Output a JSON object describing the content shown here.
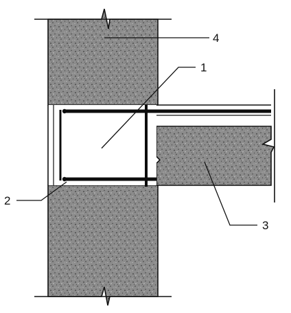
{
  "callouts": {
    "c1": "1",
    "c2": "2",
    "c3": "3",
    "c4": "4"
  },
  "colors": {
    "concrete": "#8c8c8c",
    "speckle_dark": "#3c3c3c",
    "speckle_light": "#c8c8c8",
    "line": "#111111",
    "rebar": "#0d0d0d",
    "background": "#ffffff"
  }
}
